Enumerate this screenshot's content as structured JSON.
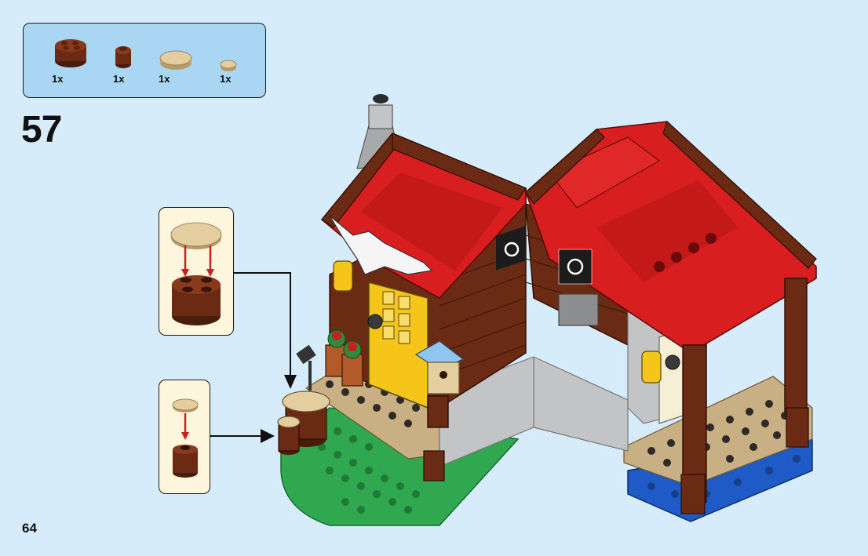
{
  "step": {
    "number": "57",
    "page_number": "64"
  },
  "parts_list": [
    {
      "name": "brown-round-brick-2x2-icon",
      "qty": "1x"
    },
    {
      "name": "brown-round-brick-1x1-icon",
      "qty": "1x"
    },
    {
      "name": "tan-round-tile-2x2-icon",
      "qty": "1x"
    },
    {
      "name": "tan-round-tile-1x1-icon",
      "qty": "1x"
    }
  ],
  "colors": {
    "background": "#d6ecfa",
    "parts_box": "#a9d6f3",
    "sub_box": "#fdf5dc",
    "brick_brown": "#6b2a14",
    "roof_red": "#d81e1e",
    "tan": "#e4cd9e",
    "baseplate_green": "#2fa84f",
    "baseplate_blue": "#1e5bc6",
    "door_yellow": "#f5c51a",
    "arrow_red": "#c8201e"
  }
}
